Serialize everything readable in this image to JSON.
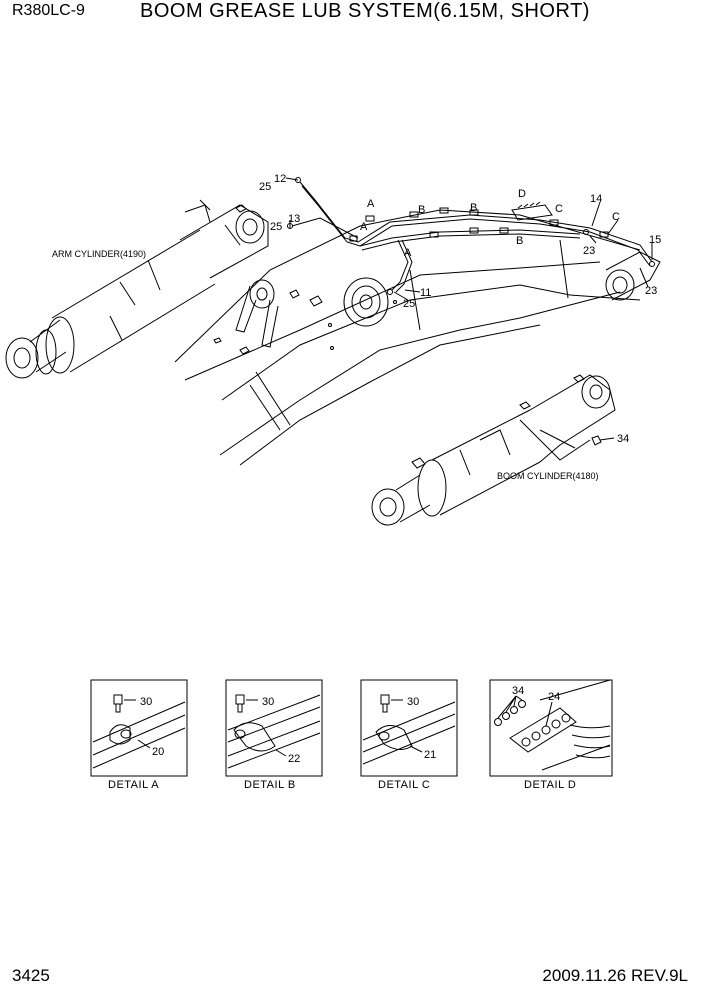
{
  "header": {
    "model": "R380LC-9",
    "title": "BOOM GREASE LUB SYSTEM(6.15M, SHORT)"
  },
  "footer": {
    "page": "3425",
    "revision": "2009.11.26 REV.9L"
  },
  "callouts": {
    "arm_cylinder": "ARM CYLINDER(4190)",
    "boom_cylinder": "BOOM CYLINDER(4180)",
    "n11": "11",
    "n12": "12",
    "n13": "13",
    "n14": "14",
    "n15": "15",
    "n23": "23",
    "n25": "25",
    "n34": "34",
    "A": "A",
    "B": "B",
    "C": "C",
    "D": "D"
  },
  "details": {
    "a": {
      "label": "DETAIL  A",
      "bolt": "30",
      "clamp": "20"
    },
    "b": {
      "label": "DETAIL  B",
      "bolt": "30",
      "clamp": "22"
    },
    "c": {
      "label": "DETAIL  C",
      "bolt": "30",
      "clamp": "21"
    },
    "d": {
      "label": "DETAIL  D",
      "fitting": "34",
      "block": "24"
    }
  }
}
